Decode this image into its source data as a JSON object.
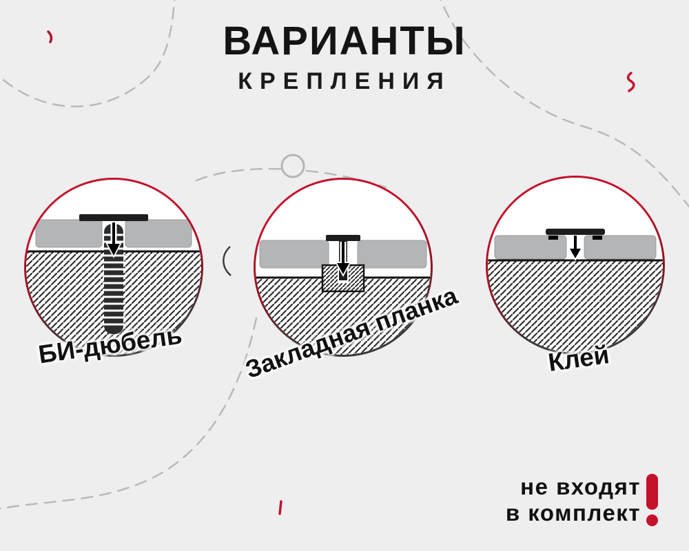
{
  "title": {
    "line1": "ВАРИАНТЫ",
    "line2": "КРЕПЛЕНИЯ"
  },
  "options": [
    {
      "id": "bi-dowel",
      "label": "БИ-дюбель"
    },
    {
      "id": "mounting-plank",
      "label": "Закладная планка"
    },
    {
      "id": "glue",
      "label": "Клей"
    }
  ],
  "footnote": {
    "line1": "не входят",
    "line2": "в комплект",
    "icon": "exclamation-icon"
  },
  "colors": {
    "accent_red": "#c4122b",
    "dark": "#1d1d1f",
    "background": "#eeeeef",
    "panel_gray": "#b4b5b7",
    "dashed_gray": "#b9b9b9"
  }
}
